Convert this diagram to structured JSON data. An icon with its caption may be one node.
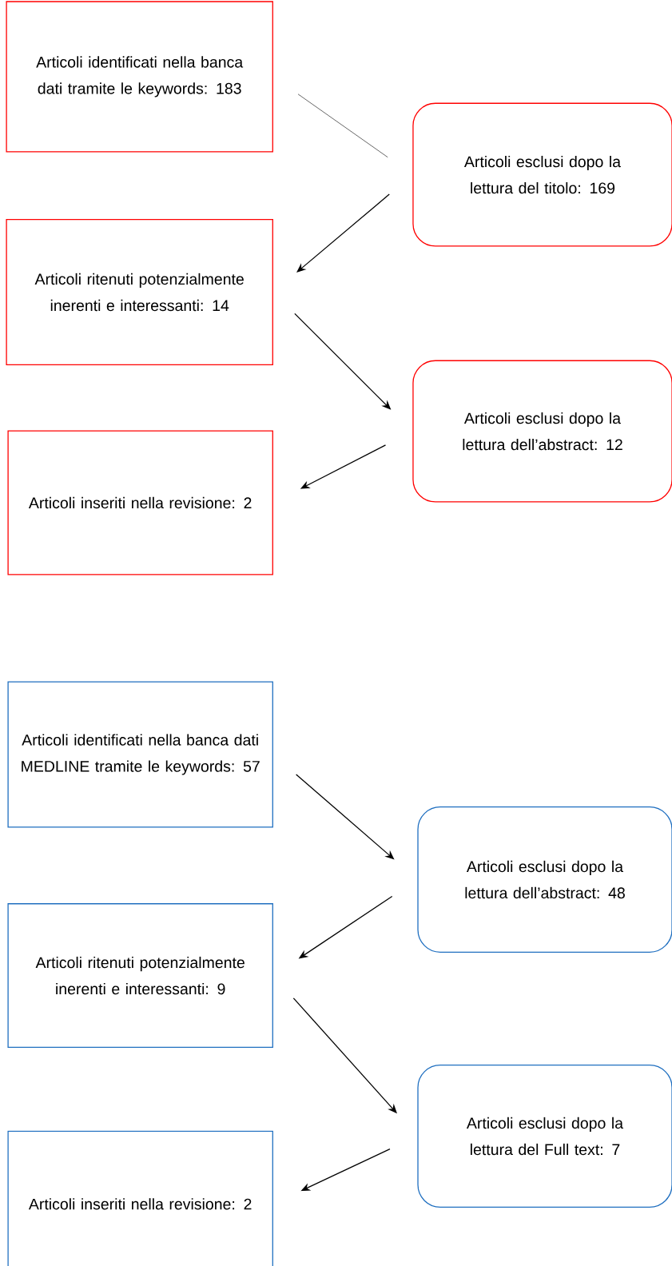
{
  "diagram": {
    "nodes": [
      {
        "text": [
          "Articoli identificati nella banca dati tramite le keywords: 183"
        ]
      },
      {
        "text": [
          "Articoli esclusi dopo la lettura del titolo: 169"
        ]
      },
      {
        "text": [
          "Articoli ritenuti potenzialmente inerenti e interessanti: 14"
        ]
      },
      {
        "text": [
          "Articoli esclusi dopo la lettura dell’abstract: 12"
        ]
      },
      {
        "text": [
          "Articoli inseriti nella revisione: 2"
        ]
      },
      {
        "text": [
          "Articoli identificati nella banca dati MEDLINE tramite le keywords: 57"
        ]
      },
      {
        "text": [
          "Articoli esclusi dopo la lettura dell’abstract: 48"
        ]
      },
      {
        "text": [
          "Articoli ritenuti potenzialmente inerenti e interessanti: 9"
        ]
      },
      {
        "text": [
          "Articoli esclusi dopo la lettura del Full text: 7"
        ]
      },
      {
        "text": [
          "Articoli inseriti nella revisione: 2"
        ]
      }
    ],
    "edges": [
      {
        "from": 0,
        "to": 1,
        "arrow": "none"
      },
      {
        "from": 1,
        "to": 2,
        "arrow": "to"
      },
      {
        "from": 2,
        "to": 3,
        "arrow": "to"
      },
      {
        "from": 3,
        "to": 4,
        "arrow": "to"
      },
      {
        "from": 5,
        "to": 6,
        "arrow": "to"
      },
      {
        "from": 6,
        "to": 7,
        "arrow": "to"
      },
      {
        "from": 7,
        "to": 8,
        "arrow": "to"
      },
      {
        "from": 8,
        "to": 9,
        "arrow": "to"
      }
    ]
  }
}
